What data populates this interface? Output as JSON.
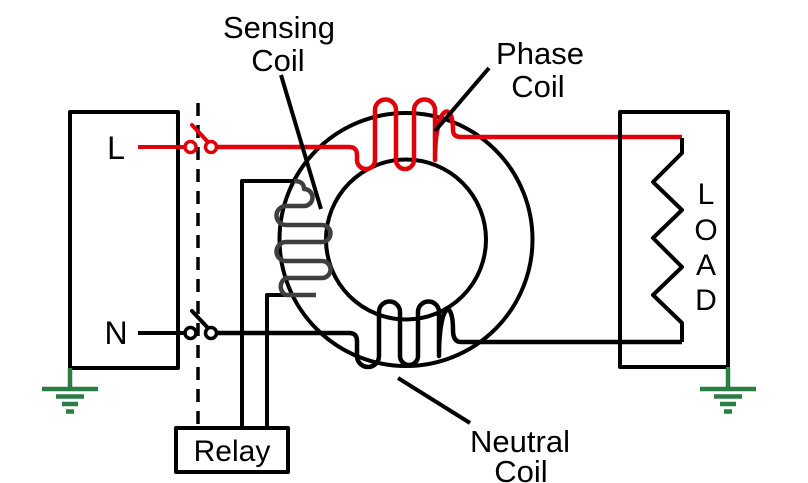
{
  "colors": {
    "wire_black": "#000000",
    "phase_red": "#e00008",
    "sensing_gray": "#3f3f3f",
    "ground_green": "#2a7e43"
  },
  "supply": {
    "live_label": "L",
    "neutral_label": "N"
  },
  "labels": {
    "sensing": {
      "line1": "Sensing",
      "line2": "Coil"
    },
    "phase": {
      "line1": "Phase",
      "line2": "Coil"
    },
    "neutral": {
      "line1": "Neutral",
      "line2": "Coil"
    }
  },
  "relay": {
    "label": "Relay"
  },
  "load": {
    "letters": [
      "L",
      "O",
      "A",
      "D"
    ]
  }
}
